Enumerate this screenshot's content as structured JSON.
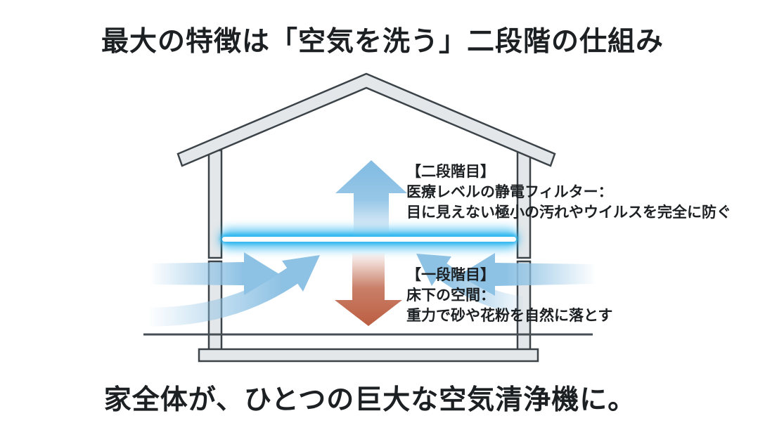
{
  "page": {
    "title_top": "最大の特徴は「空気を洗う」二段階の仕組み",
    "title_bottom": "家全体が、ひとつの巨大な空気清浄機に。"
  },
  "diagram": {
    "type": "house-cross-section-airflow",
    "stage2": {
      "heading": "【二段階目】",
      "line1": "医療レベルの静電フィルター：",
      "line2": "目に見えない極小の汚れやウイルスを完全に防ぐ"
    },
    "stage1": {
      "heading": "【一段階目】",
      "line1": "床下の空間：",
      "line2": "重力で砂や花粉を自然に落とす"
    },
    "colors": {
      "structure_fill": "#e4e7e9",
      "structure_outline": "#3b4348",
      "floor_line": "#474e54",
      "filter_glow": "#2db6ef",
      "filter_core": "#ffffff",
      "up_arrow": "#85bde3",
      "down_arrow": "#bc5f43",
      "side_arrow": "#8ec2e4",
      "text": "#1c2023"
    }
  }
}
